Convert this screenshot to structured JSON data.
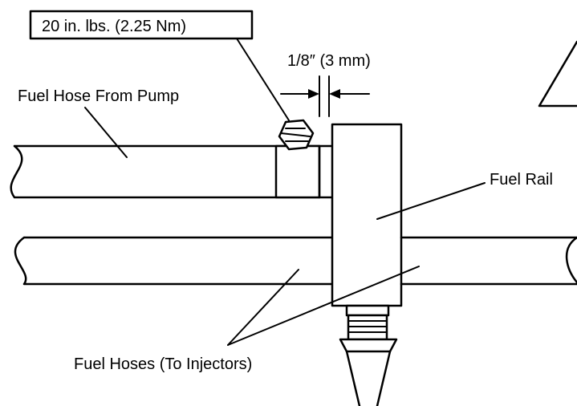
{
  "labels": {
    "torque_spec": "20 in. lbs. (2.25 Nm)",
    "gap_spec": "1/8″ (3 mm)",
    "fuel_hose_from_pump": "Fuel Hose From Pump",
    "fuel_rail": "Fuel Rail",
    "fuel_hoses_to_injectors": "Fuel Hoses (To Injectors)"
  },
  "colors": {
    "line": "#000000",
    "background": "#ffffff"
  }
}
